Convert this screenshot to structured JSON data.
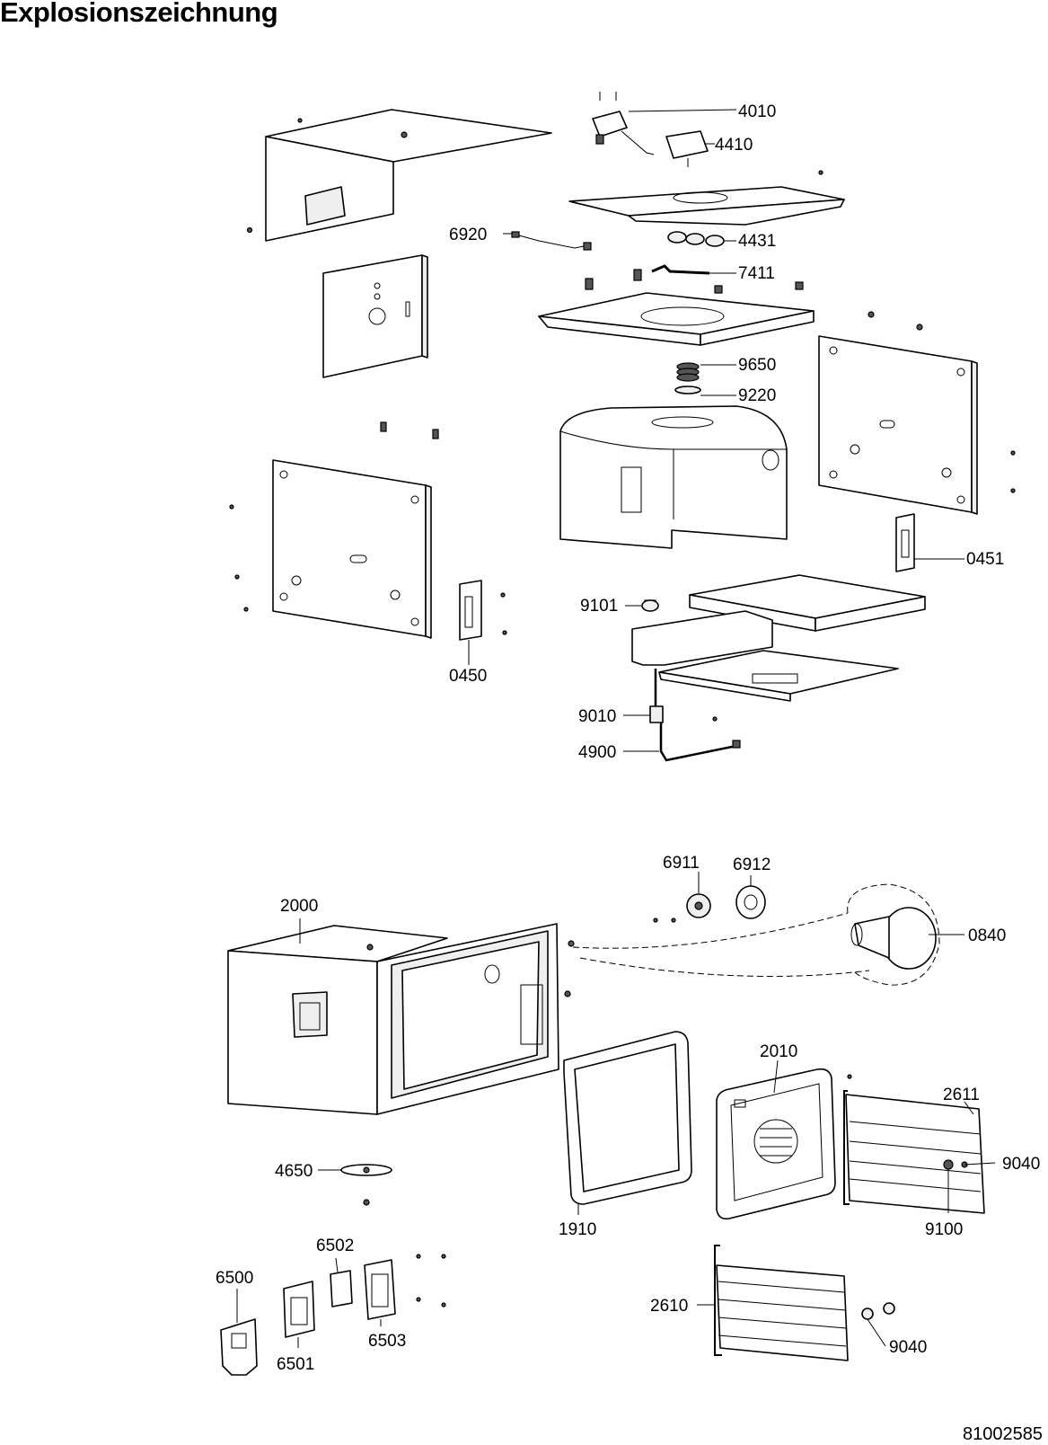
{
  "title": "Explosionszeichnung",
  "document_number": "81002585",
  "labels": {
    "p4010": "4010",
    "p4410": "4410",
    "p6920": "6920",
    "p4431": "4431",
    "p7411": "7411",
    "p9650": "9650",
    "p9220": "9220",
    "p0451": "0451",
    "p9101": "9101",
    "p0450": "0450",
    "p9010": "9010",
    "p4900": "4900",
    "p6911": "6911",
    "p6912": "6912",
    "p2000": "2000",
    "p0840": "0840",
    "p2010": "2010",
    "p2611": "2611",
    "p9040a": "9040",
    "p4650": "4650",
    "p1910": "1910",
    "p9100": "9100",
    "p6502": "6502",
    "p6500": "6500",
    "p6503": "6503",
    "p6501": "6501",
    "p2610": "2610",
    "p9040b": "9040"
  }
}
